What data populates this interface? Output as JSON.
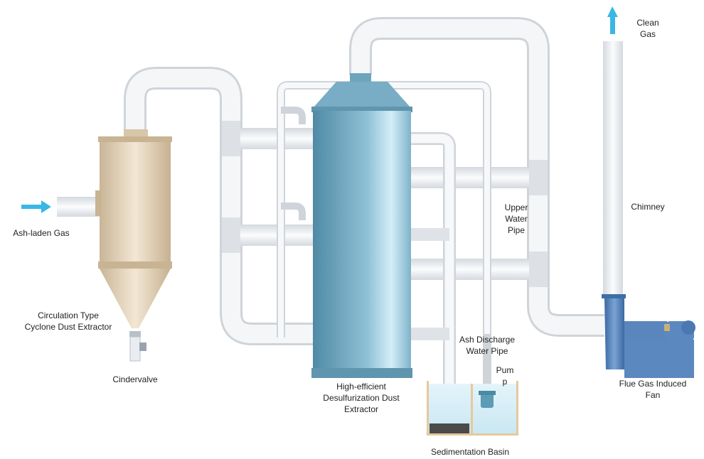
{
  "labels": {
    "clean_gas": "Clean\nGas",
    "chimney": "Chimney",
    "upper_water_pipe": "Upper\nWater\nPipe",
    "ash_laden_gas": "Ash-laden Gas",
    "cyclone": "Circulation Type\nCyclone Dust Extractor",
    "cindervalve": "Cindervalve",
    "desulfurization": "High-efficient\nDesulfurization Dust\nExtractor",
    "ash_discharge": "Ash Discharge\nWater Pipe",
    "pump": "Pum\np",
    "sedimentation": "Sedimentation Basin",
    "fan": "Flue Gas Induced\nFan"
  },
  "colors": {
    "pipe": "#eef0f3",
    "pipe_edge": "#cfd4da",
    "cyclone": "#e2d2b8",
    "tower": "#6fa4bd",
    "tower_light": "#bfe3f0",
    "fan": "#4f7fb8",
    "arrow": "#39b7e5",
    "basin_water": "#d7eef7",
    "basin_frame": "#e6c99a"
  },
  "icons": {
    "inlet_arrow": "arrow-right-icon",
    "outlet_arrow": "arrow-up-icon"
  }
}
